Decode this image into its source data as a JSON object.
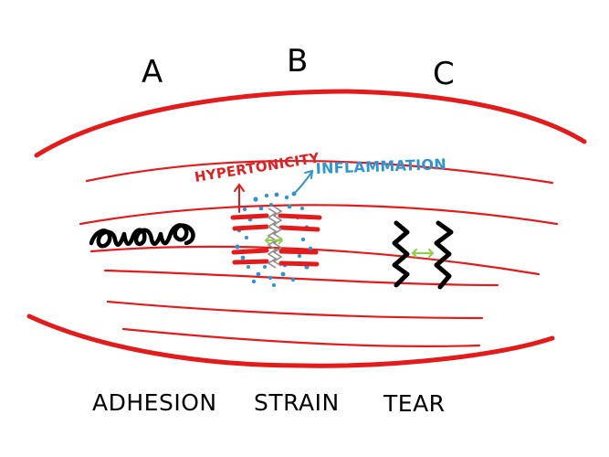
{
  "columns": {
    "a": "A",
    "b": "B",
    "c": "C"
  },
  "annotations": {
    "hypertonicity": "HYPERTONICITY",
    "inflammation": "INFLAMMATION"
  },
  "captions": {
    "adhesion": "ADHESION",
    "strain": "STRAIN",
    "tear": "TEAR"
  },
  "colors": {
    "muscle_fiber": "#e31b1b",
    "ink": "#000000",
    "inflammation": "#2e95d0",
    "gap_arrow": "#8fd14f",
    "strain_tissue": "#9a9a9a"
  }
}
